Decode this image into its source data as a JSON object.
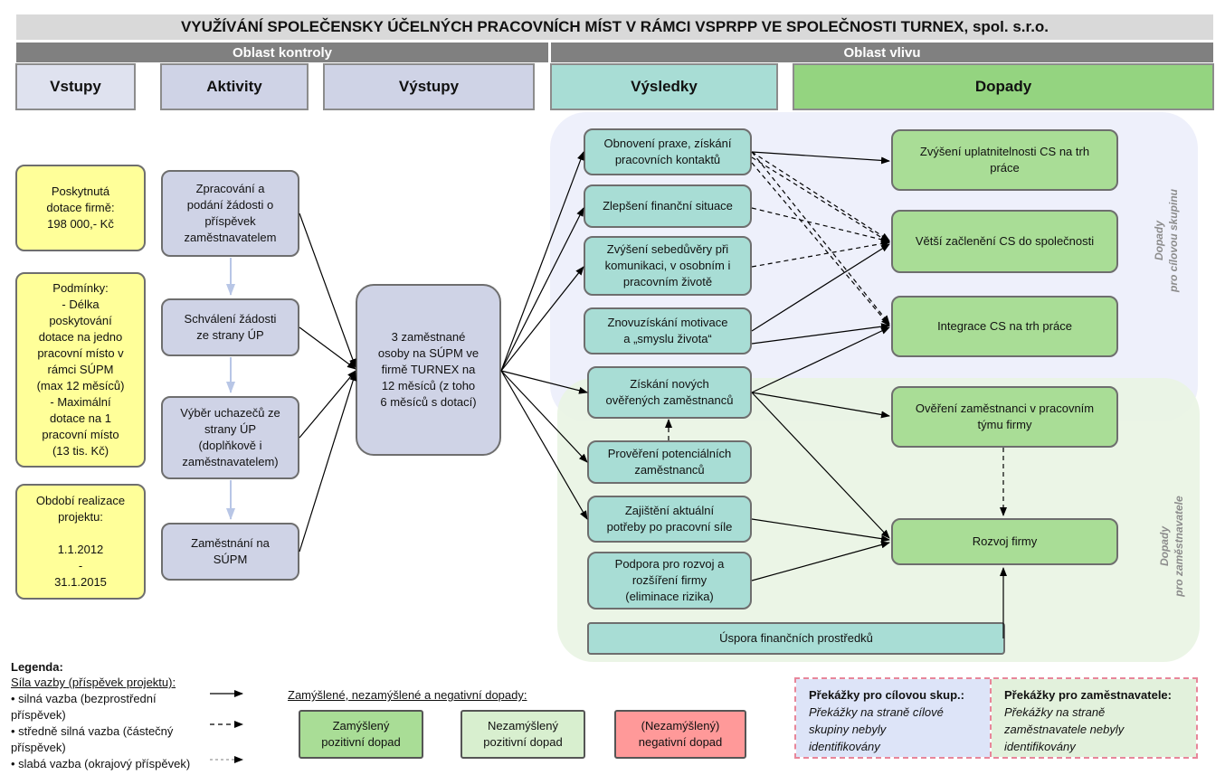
{
  "title": "VYUŽÍVÁNÍ SPOLEČENSKY ÚČELNÝCH PRACOVNÍCH MÍST V RÁMCI VSPRPP VE SPOLEČNOSTI TURNEX, spol. s.r.o.",
  "bands": {
    "control": "Oblast kontroly",
    "influence": "Oblast vlivu"
  },
  "headers": {
    "vstupy": "Vstupy",
    "aktivity": "Aktivity",
    "vystupy": "Výstupy",
    "vysledky": "Výsledky",
    "dopady": "Dopady"
  },
  "inputs": {
    "dotace": [
      "Poskytnutá",
      "dotace firmě:",
      "198 000,- Kč"
    ],
    "podminky": [
      "Podmínky:",
      "- Délka",
      "poskytování",
      "dotace na jedno",
      "pracovní místo v",
      "rámci SÚPM",
      "(max 12 měsíců)",
      "- Maximální",
      "dotace na 1",
      "pracovní místo",
      "(13 tis. Kč)"
    ],
    "obdobi": [
      "Období realizace",
      "projektu:",
      "",
      "1.1.2012",
      "-",
      "31.1.2015"
    ]
  },
  "activities": [
    [
      "Zpracování a",
      "podání žádosti o",
      "příspěvek",
      "zaměstnavatelem"
    ],
    [
      "Schválení žádosti",
      "ze strany ÚP"
    ],
    [
      "Výběr uchazečů ze",
      "strany ÚP",
      "(doplňkově i",
      "zaměstnavatelem)"
    ],
    [
      "Zaměstnání na",
      "SÚPM"
    ]
  ],
  "output": [
    "3 zaměstnané",
    "osoby na SÚPM ve",
    "firmě TURNEX na",
    "12 měsíců (z toho",
    "6 měsíců s dotací)"
  ],
  "results": [
    [
      "Obnovení praxe, získání",
      "pracovních kontaktů"
    ],
    [
      "Zlepšení finanční situace"
    ],
    [
      "Zvýšení sebedůvěry při",
      "komunikaci, v osobním i",
      "pracovním životě"
    ],
    [
      "Znovuzískání motivace",
      "a „smyslu života“"
    ],
    [
      "Získání nových",
      "ověřených zaměstnanců"
    ],
    [
      "Prověření potenciálních",
      "zaměstnanců"
    ],
    [
      "Zajištění aktuální",
      "potřeby po pracovní síle"
    ],
    [
      "Podpora pro rozvoj a",
      "rozšíření firmy",
      "(eliminace rizika)"
    ],
    [
      "Úspora finančních prostředků"
    ]
  ],
  "impacts": [
    [
      "Zvýšení uplatnitelnosti CS na trh",
      "práce"
    ],
    [
      "Větší začlenění CS do společnosti"
    ],
    [
      "Integrace CS na trh práce"
    ],
    [
      "Ověření zaměstnanci v pracovním",
      "týmu firmy"
    ],
    [
      "Rozvoj firmy"
    ]
  ],
  "region_labels": {
    "target_group": [
      "Dopady",
      "pro cílovou skupinu"
    ],
    "employer": [
      "Dopady",
      "pro  zaměstnavatele"
    ]
  },
  "legend": {
    "title": "Legenda:",
    "subtitle": "Síla vazby (příspěvek projektu):",
    "items": [
      [
        "• silná vazba (bezprostřední",
        "příspěvek)"
      ],
      [
        "• středně silná vazba (částečný",
        "příspěvek)"
      ],
      [
        "• slabá vazba (okrajový příspěvek)"
      ]
    ],
    "impact_title": "Zamýšlené, nezamýšlené a negativní dopady:",
    "impact_boxes": [
      [
        "Zamýšlený",
        "pozitivní dopad"
      ],
      [
        "Nezamýšlený",
        "pozitivní dopad"
      ],
      [
        "(Nezamýšlený)",
        "negativní dopad"
      ]
    ]
  },
  "obstacles": {
    "target": {
      "title": "Překážky pro cílovou skup.:",
      "text": [
        "Překážky na straně cílové",
        "skupiny nebyly",
        "identifikovány"
      ]
    },
    "employer": {
      "title": "Překážky pro zaměstnavatele:",
      "text": [
        "Překážky na straně",
        "zaměstnavatele nebyly",
        "identifikovány"
      ]
    }
  },
  "colors": {
    "header_input": "#dfe2ef",
    "input_yellow": "#ffff99",
    "activity": "#cfd3e6",
    "result": "#a8ddd5",
    "impact": "#a9dd96",
    "impact_light": "#d8efcf",
    "negative": "#ff9999",
    "region_blue": "#eef0fb",
    "region_green": "#e9f4e4"
  }
}
